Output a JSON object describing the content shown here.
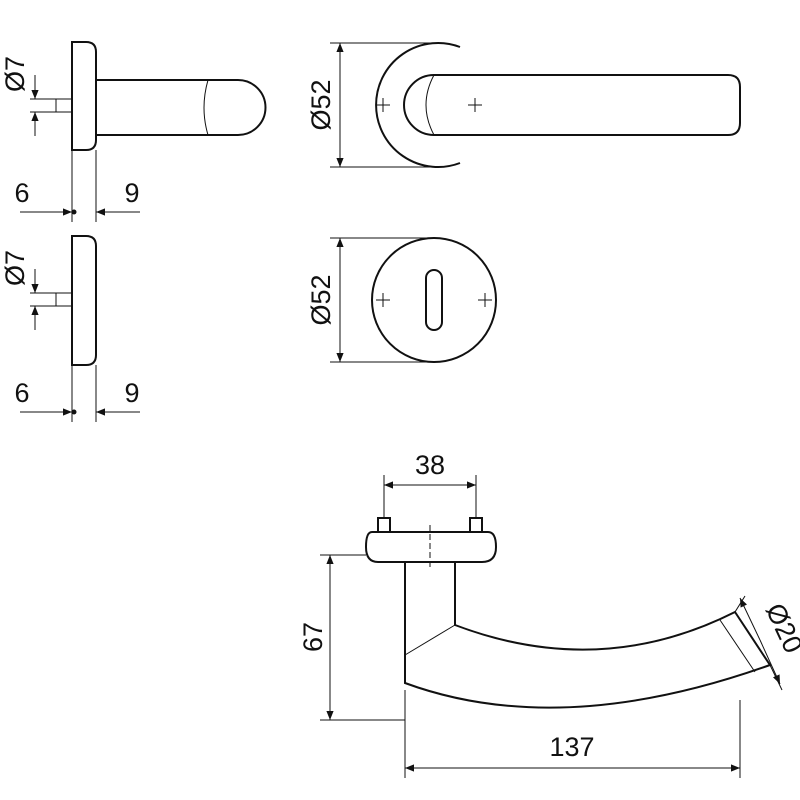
{
  "side_view_lever": {
    "spindle_diameter": "Ø7",
    "left_dim": "6",
    "right_dim": "9"
  },
  "side_view_escutcheon": {
    "spindle_diameter": "Ø7",
    "left_dim": "6",
    "right_dim": "9"
  },
  "front_view_lever": {
    "rose_diameter": "Ø52"
  },
  "front_view_escutcheon": {
    "rose_diameter": "Ø52"
  },
  "lever_profile": {
    "screw_spacing": "38",
    "height": "67",
    "grip_diameter": "Ø20",
    "length": "137"
  }
}
